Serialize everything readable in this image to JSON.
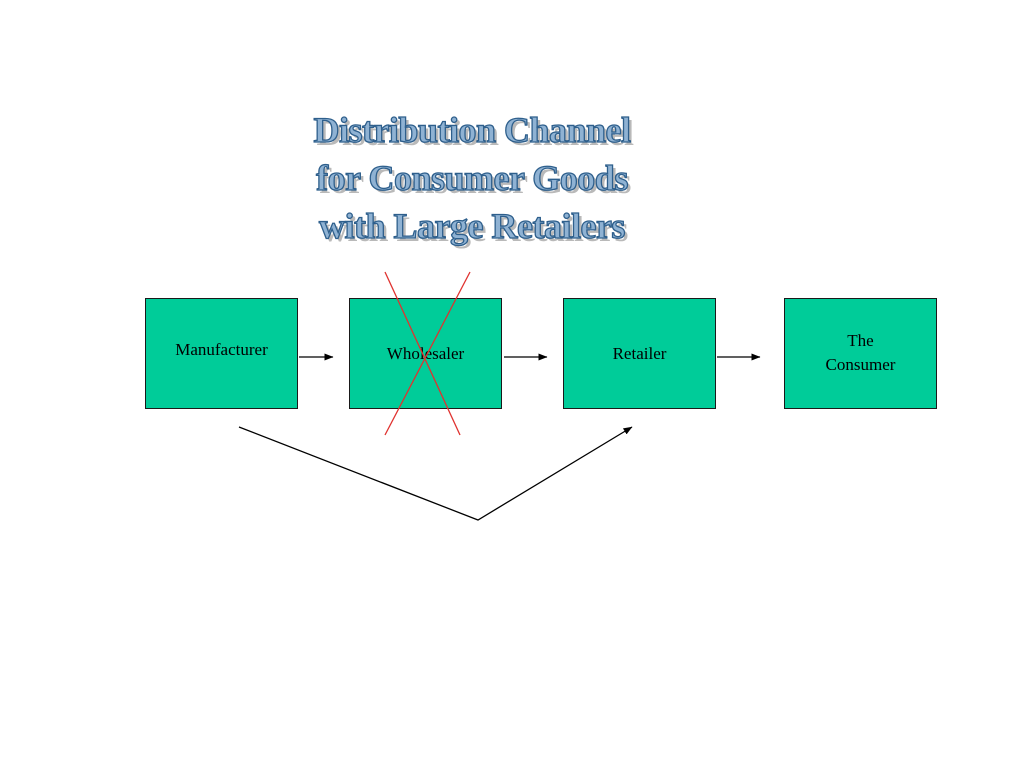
{
  "slide": {
    "title_lines": [
      "Distribution Channel",
      "for Consumer Goods",
      "with Large Retailers"
    ]
  },
  "nodes": {
    "manufacturer": "Manufacturer",
    "wholesaler": "Wholesaler",
    "retailer": "Retailer",
    "consumer": "The\nConsumer"
  },
  "colors": {
    "node_fill": "#00cc99",
    "node_border": "#1a1a1a",
    "title_fill": "#8fb2d3",
    "title_outline": "#2e5f8c",
    "cross_out": "#e0322f",
    "arrow": "#000000"
  }
}
